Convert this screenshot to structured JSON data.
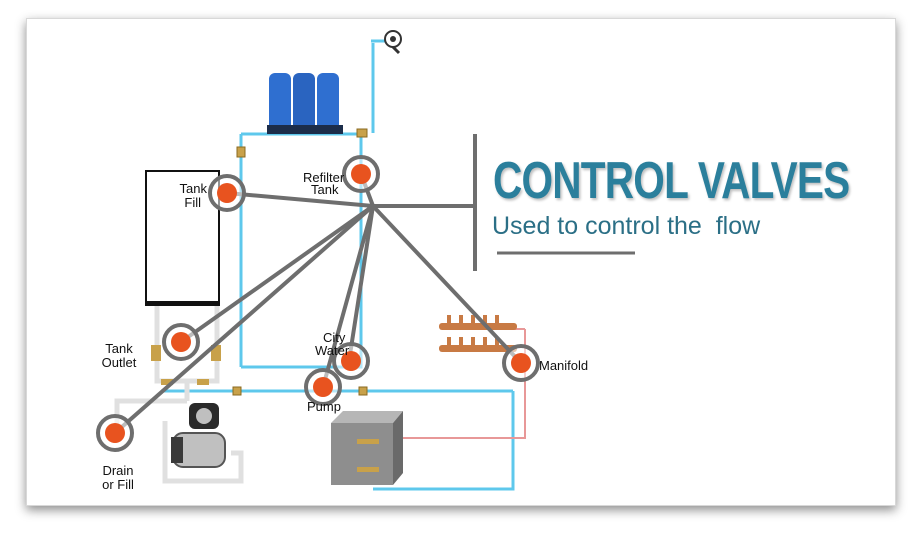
{
  "heading": {
    "title": "CONTROL VALVES",
    "subtitle": "Used to control the  flow"
  },
  "valves": [
    {
      "id": "tank-fill",
      "label_lines": [
        "Tank",
        "Fill"
      ]
    },
    {
      "id": "refilter-tank",
      "label_lines": [
        "Refilter",
        "Tank"
      ]
    },
    {
      "id": "tank-outlet",
      "label_lines": [
        "Tank",
        "Outlet"
      ]
    },
    {
      "id": "city-water",
      "label_lines": [
        "City",
        "Water"
      ]
    },
    {
      "id": "pump",
      "label_lines": [
        "Pump"
      ]
    },
    {
      "id": "manifold",
      "label_lines": [
        "Manifold"
      ]
    },
    {
      "id": "drain-or-fill",
      "label_lines": [
        "Drain",
        "or Fill"
      ]
    }
  ],
  "colors": {
    "title": "#2b7f9c",
    "subtitle": "#2b6f86",
    "valve_dot": "#e8531f",
    "valve_ring": "#6e6e6e",
    "connector": "#6e6e6e",
    "cold_pipe": "#5ec8ec",
    "hot_pipe": "#e89898",
    "filter": "#2f6fd0"
  }
}
